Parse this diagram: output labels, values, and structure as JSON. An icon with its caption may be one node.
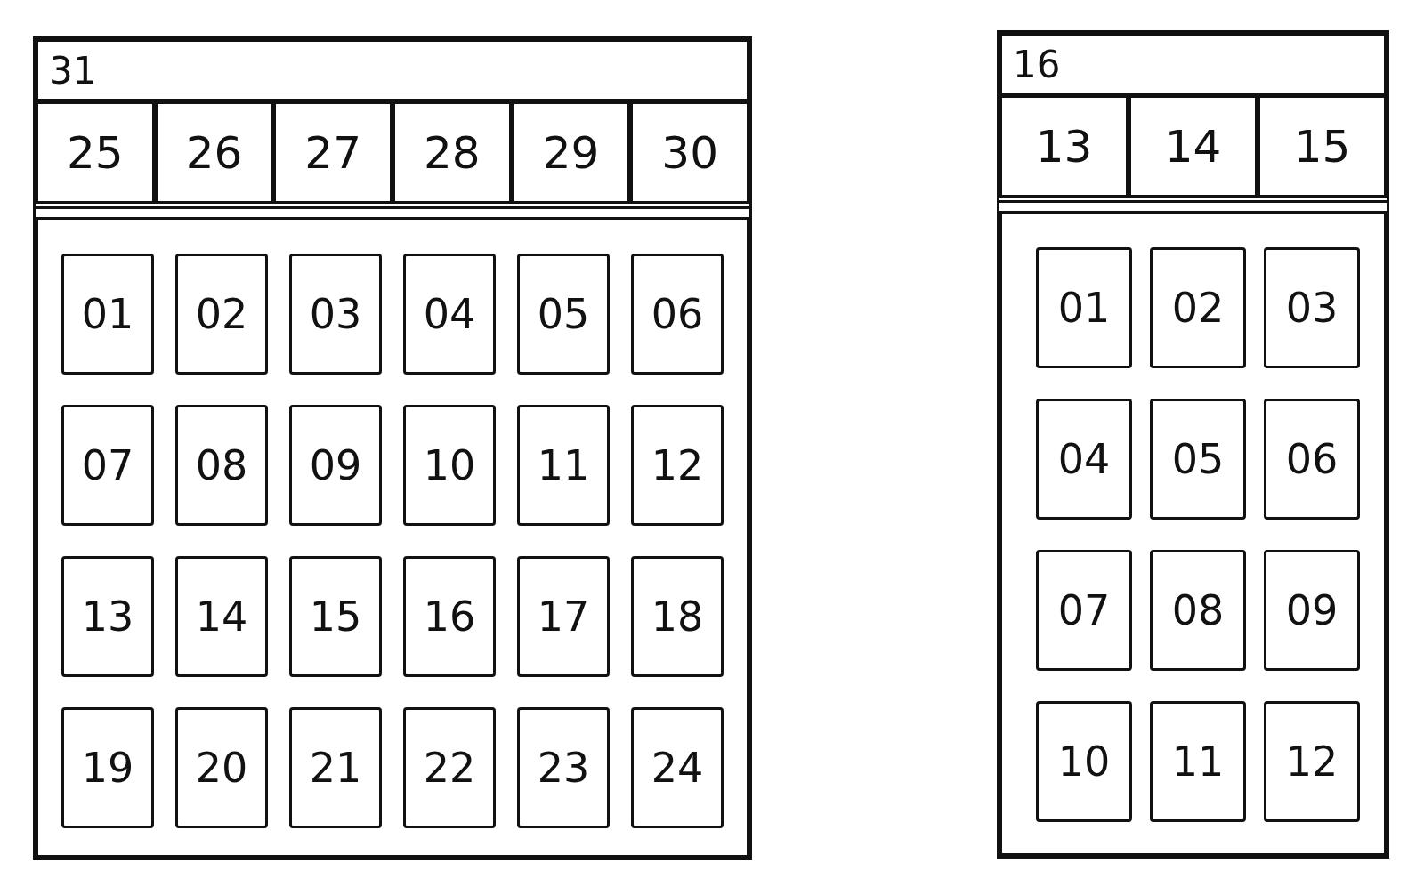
{
  "diagram": {
    "nodes": [
      {
        "text": [],
        "shape": "box"
      },
      {
        "text": [
          "31"
        ],
        "in": 0
      },
      {
        "text": [
          "25"
        ],
        "in": 0
      },
      {
        "text": [
          "26"
        ],
        "in": 0
      },
      {
        "text": [
          "27"
        ],
        "in": 0
      },
      {
        "text": [
          "28"
        ],
        "in": 0
      },
      {
        "text": [
          "29"
        ],
        "in": 0
      },
      {
        "text": [
          "30"
        ],
        "in": 0
      },
      {
        "text": [],
        "shape": "box",
        "in": 0
      },
      {
        "text": [
          "01"
        ],
        "in": 8
      },
      {
        "text": [
          "02"
        ],
        "in": 8
      },
      {
        "text": [
          "03"
        ],
        "in": 8
      },
      {
        "text": [
          "04"
        ],
        "in": 8
      },
      {
        "text": [
          "05"
        ],
        "in": 8
      },
      {
        "text": [
          "06"
        ],
        "in": 8
      },
      {
        "text": [
          "07"
        ],
        "in": 8
      },
      {
        "text": [
          "08"
        ],
        "in": 8
      },
      {
        "text": [
          "09"
        ],
        "in": 8
      },
      {
        "text": [
          "10"
        ],
        "in": 8
      },
      {
        "text": [
          "11"
        ],
        "in": 8
      },
      {
        "text": [
          "12"
        ],
        "in": 8
      },
      {
        "text": [
          "13"
        ],
        "in": 8
      },
      {
        "text": [
          "14"
        ],
        "in": 8
      },
      {
        "text": [
          "15"
        ],
        "in": 8
      },
      {
        "text": [
          "16"
        ],
        "in": 8
      },
      {
        "text": [
          "17"
        ],
        "in": 8
      },
      {
        "text": [
          "18"
        ],
        "in": 8
      },
      {
        "text": [
          "19"
        ],
        "in": 8
      },
      {
        "text": [
          "20"
        ],
        "in": 8
      },
      {
        "text": [
          "21"
        ],
        "in": 8
      },
      {
        "text": [
          "22"
        ],
        "in": 8
      },
      {
        "text": [
          "23"
        ],
        "in": 8
      },
      {
        "text": [
          "24"
        ],
        "in": 8
      },
      {
        "text": [],
        "shape": "box"
      },
      {
        "text": [
          "16"
        ],
        "in": 33
      },
      {
        "text": [
          "13"
        ],
        "in": 33
      },
      {
        "text": [
          "14"
        ],
        "in": 33
      },
      {
        "text": [
          "15"
        ],
        "in": 33
      },
      {
        "text": [],
        "shape": "box",
        "in": 33
      },
      {
        "text": [
          "01"
        ],
        "in": 38
      },
      {
        "text": [
          "02"
        ],
        "in": 38
      },
      {
        "text": [
          "03"
        ],
        "in": 38
      },
      {
        "text": [
          "04"
        ],
        "in": 38
      },
      {
        "text": [
          "05"
        ],
        "in": 38
      },
      {
        "text": [
          "06"
        ],
        "in": 38
      },
      {
        "text": [
          "07"
        ],
        "in": 38
      },
      {
        "text": [
          "08"
        ],
        "in": 38
      },
      {
        "text": [
          "09"
        ],
        "in": 38
      },
      {
        "text": [
          "10"
        ],
        "in": 38
      },
      {
        "text": [
          "11"
        ],
        "in": 38
      },
      {
        "text": [
          "12"
        ],
        "in": 38
      }
    ]
  }
}
